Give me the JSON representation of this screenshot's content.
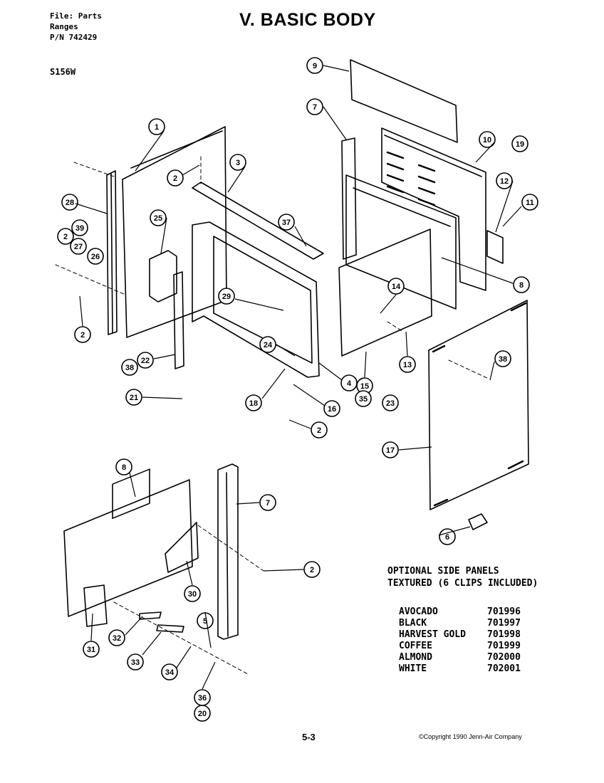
{
  "header": {
    "file_line": "File: Parts",
    "category_line": "Ranges",
    "part_number_line": "P/N 742429",
    "model": "S156W"
  },
  "title": "V. BASIC BODY",
  "callouts": [
    "1",
    "2",
    "2",
    "2",
    "2",
    "2",
    "3",
    "4",
    "5",
    "6",
    "7",
    "7",
    "8",
    "8",
    "9",
    "10",
    "11",
    "12",
    "13",
    "14",
    "15",
    "16",
    "17",
    "18",
    "19",
    "20",
    "21",
    "22",
    "23",
    "24",
    "25",
    "26",
    "27",
    "28",
    "29",
    "30",
    "31",
    "32",
    "33",
    "34",
    "35",
    "36",
    "37",
    "38",
    "38",
    "39"
  ],
  "optional_panels": {
    "title_line1": "OPTIONAL SIDE PANELS",
    "title_line2": "TEXTURED (6 CLIPS INCLUDED)",
    "items": [
      {
        "color": "AVOCADO",
        "part": "701996"
      },
      {
        "color": "BLACK",
        "part": "701997"
      },
      {
        "color": "HARVEST GOLD",
        "part": "701998"
      },
      {
        "color": "COFFEE",
        "part": "701999"
      },
      {
        "color": "ALMOND",
        "part": "702000"
      },
      {
        "color": "WHITE",
        "part": "702001"
      }
    ]
  },
  "footer": {
    "page_number": "5-3",
    "copyright": "©Copyright 1990 Jenn-Air Company"
  }
}
